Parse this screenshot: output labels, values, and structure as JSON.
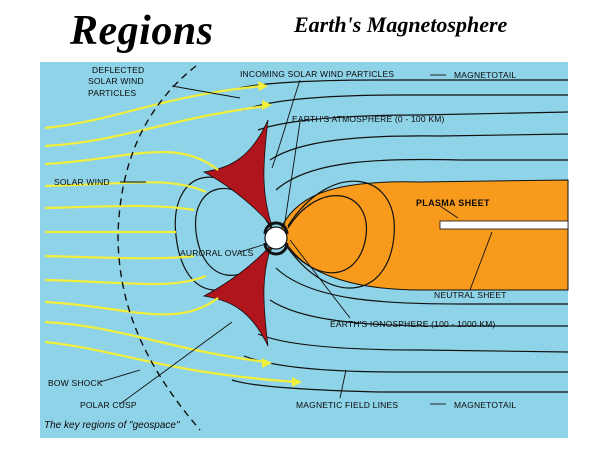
{
  "heading": "Regions",
  "subheading": "Earth's Magnetosphere",
  "labels": {
    "deflected_1": "DEFLECTED",
    "deflected_2": "SOLAR WIND",
    "deflected_3": "PARTICLES",
    "incoming": "INCOMING SOLAR WIND PARTICLES",
    "magnetotail_top": "MAGNETOTAIL",
    "atmosphere": "EARTH'S ATMOSPHERE (0 - 100 KM)",
    "solar_wind": "SOLAR WIND",
    "plasma_sheet": "PLASMA SHEET",
    "auroral_ovals": "AURORAL OVALS",
    "neutral_sheet": "NEUTRAL SHEET",
    "ionosphere": "EARTH'S IONOSPHERE (100 - 1000 KM)",
    "bow_shock": "BOW SHOCK",
    "polar_cusp": "POLAR CUSP",
    "field_lines": "MAGNETIC FIELD LINES",
    "magnetotail_bottom": "MAGNETOTAIL"
  },
  "caption": "The key regions of \"geospace\"",
  "colors": {
    "background": "#8fd3e8",
    "solar_wind_lines": "#f2ef3a",
    "plasma_sheet": "#f89a1c",
    "neutral_sheet": "#ffffff",
    "polar_cusp": "#b0141c",
    "field_lines": "#111111"
  }
}
